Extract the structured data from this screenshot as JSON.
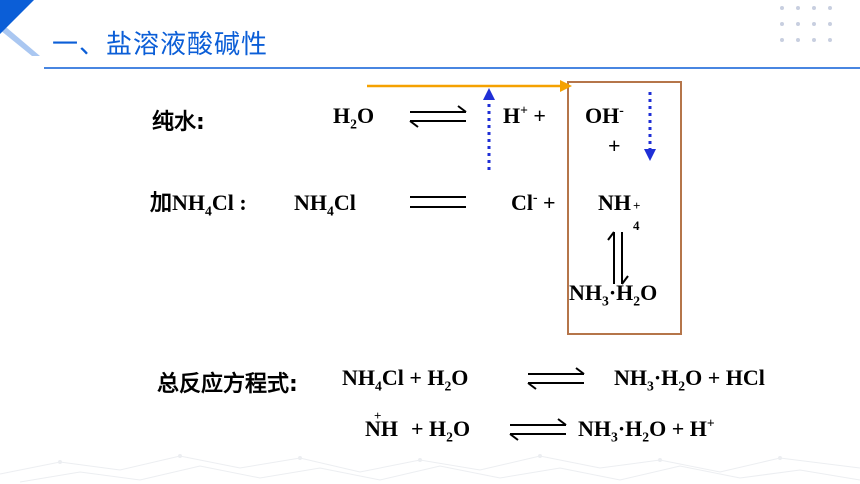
{
  "header": {
    "title": "一、盐溶液酸碱性",
    "accent_color": "#0b5ed7"
  },
  "water": {
    "label": "纯水:",
    "h2o": {
      "main": "H",
      "sub": "2",
      "tail": "O"
    },
    "h_ion": {
      "main": "H",
      "sup": "+",
      "tail": " +"
    },
    "oh_ion": {
      "main": "OH",
      "sup": "-"
    },
    "plus": "+"
  },
  "nh4cl_row": {
    "label_prefix": "加",
    "label_formula": {
      "a": "NH",
      "sub": "4",
      "b": "Cl :"
    },
    "reactant": {
      "a": "NH",
      "sub": "4",
      "b": "Cl"
    },
    "cl_ion": {
      "main": "Cl",
      "sup": "-",
      "tail": " +"
    },
    "nh4_ion": {
      "main": "NH",
      "sup": "+",
      "sub": "4"
    }
  },
  "ammonia_hydrate": {
    "a": "NH",
    "sub1": "3",
    "b": "·H",
    "sub2": "2",
    "c": "O"
  },
  "overall": {
    "label": "总反应方程式:",
    "left": {
      "a": "NH",
      "sub1": "4",
      "b": "Cl + H",
      "sub2": "2",
      "c": "O"
    },
    "right": {
      "a": "NH",
      "sub1": "3",
      "b": "·H",
      "sub2": "2",
      "c": "O + HCl"
    }
  },
  "ionic": {
    "left_ion": {
      "main": "NH",
      "sup": "+"
    },
    "left_rest": {
      "a": " + H",
      "sub": "2",
      "b": "O"
    },
    "right": {
      "a": "NH",
      "sub1": "3",
      "b": "·H",
      "sub2": "2",
      "c": "O + H",
      "sup": "+"
    }
  },
  "colors": {
    "orange_arrow": "#f5a100",
    "blue_arrow": "#1f2fd6",
    "box_border": "#b5754a"
  }
}
